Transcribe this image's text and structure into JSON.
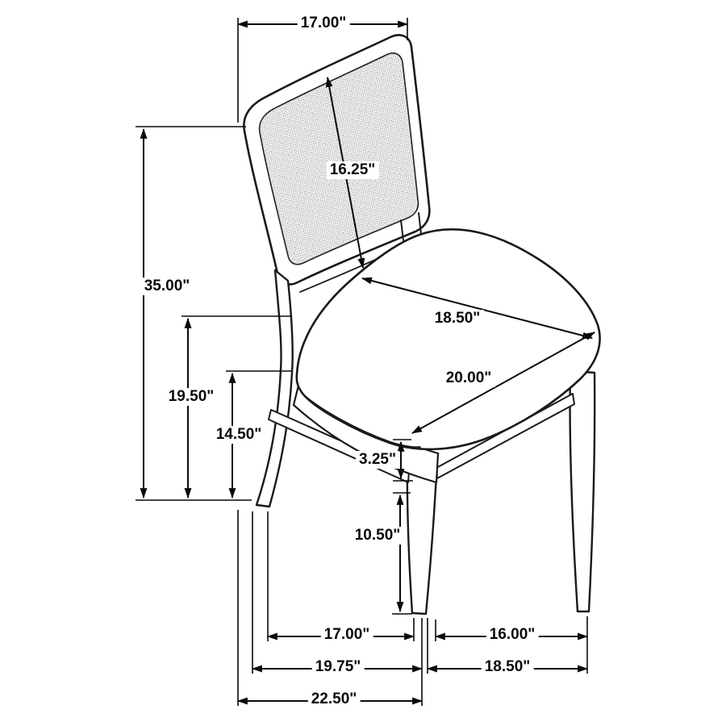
{
  "diagram": {
    "subject": "chair-dimension-drawing",
    "unit": "inches",
    "colors": {
      "line": "#1a1a1a",
      "mesh_grid": "#9a9a9a",
      "background": "#ffffff"
    },
    "dimensions": {
      "back_width": "17.00\"",
      "back_panel_height": "16.25\"",
      "overall_height": "35.00\"",
      "seat_height": "19.50\"",
      "side_stretcher_height": "14.50\"",
      "seat_width": "18.50\"",
      "seat_depth": "20.00\"",
      "apron_height": "3.25\"",
      "leg_clearance": "10.50\"",
      "front_leg_spacing": "17.00\"",
      "rear_leg_spacing": "16.00\"",
      "base_depth_front": "19.75\"",
      "base_depth_rear": "18.50\"",
      "overall_depth": "22.50\""
    }
  }
}
